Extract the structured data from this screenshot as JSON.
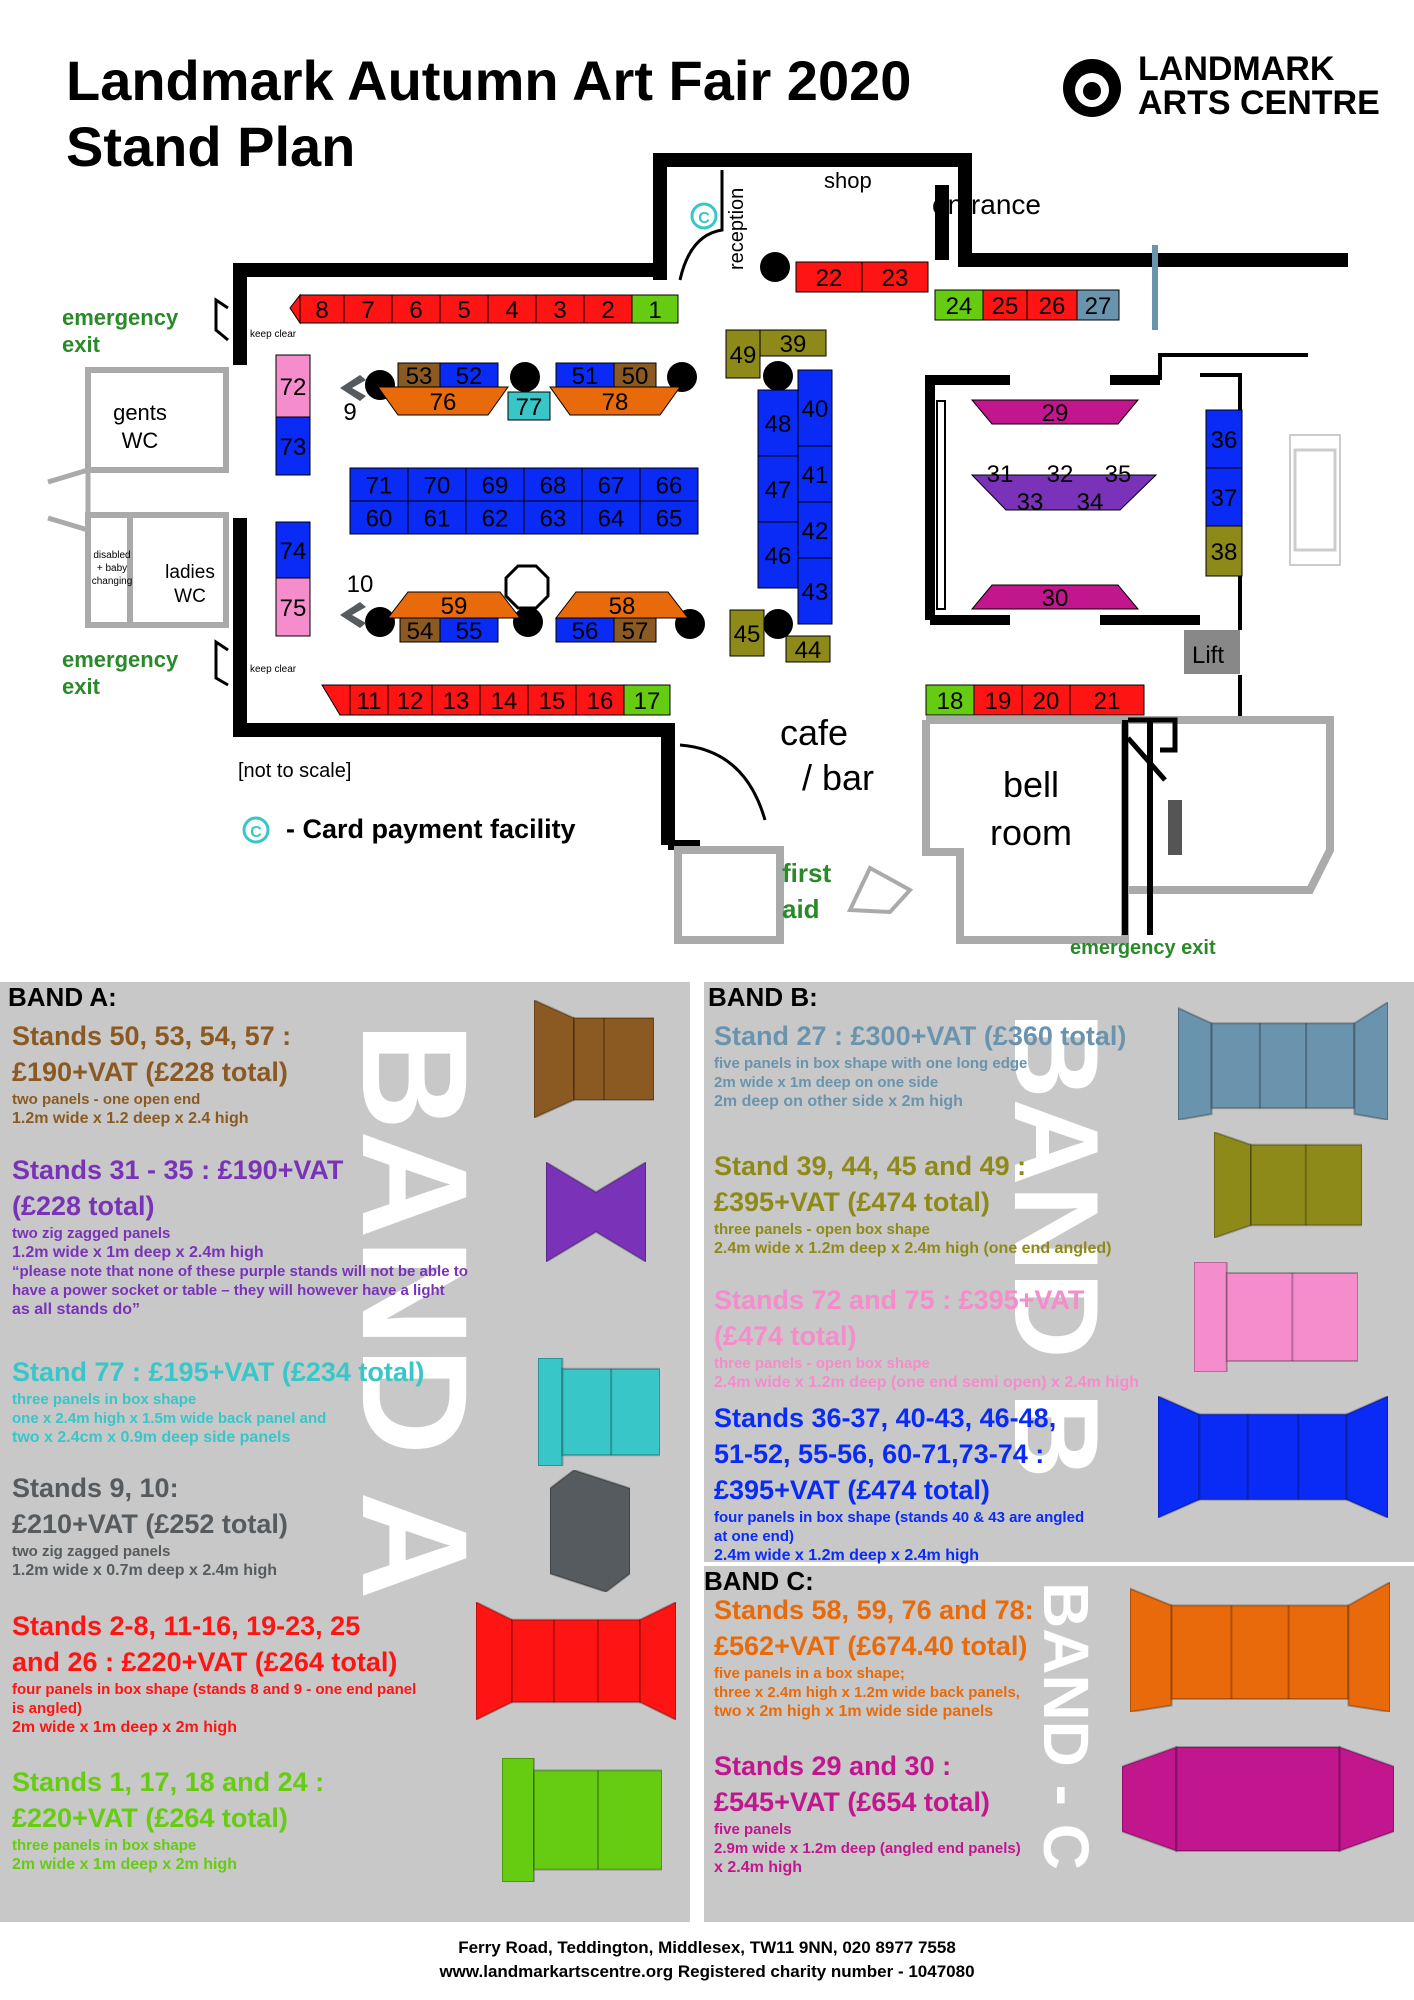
{
  "header": {
    "title_line1": "Landmark Autumn Art Fair 2020",
    "title_line2": "Stand Plan"
  },
  "logo": {
    "line1": "LANDMARK",
    "line2": "ARTS CENTRE"
  },
  "plan": {
    "labels": {
      "shop": "shop",
      "entrance": "entrance",
      "reception": "reception",
      "emergency_exit": "emergency",
      "exit": "exit",
      "gents": "gents",
      "wc": "WC",
      "ladies": "ladies",
      "disabled": [
        "disabled",
        "+ baby",
        "changing"
      ],
      "keep_clear": "keep clear",
      "cafe": "cafe",
      "bar": "/ bar",
      "bell": "bell",
      "room": "room",
      "first": "first",
      "aid": "aid",
      "lift": "Lift",
      "emergency_exit_bottom": "emergency exit",
      "not_to_scale": "[not to scale]",
      "card_symbol": "C",
      "card_payment": "- Card payment facility"
    },
    "colors": {
      "red": "#ff1414",
      "green": "#66cc11",
      "blue": "#0a2af5",
      "brown": "#8b5a23",
      "orange": "#e86a0a",
      "olive": "#8e8a1a",
      "pink": "#f58ccc",
      "purple": "#7a33b8",
      "teal": "#38c6c8",
      "slate": "#6a93ad",
      "magenta": "#c2168f",
      "grey": "#555b5e"
    }
  },
  "bands": {
    "a_title": "BAND A:",
    "b_title": "BAND B:",
    "c_title": "BAND C:",
    "watermark_a": "BAND A",
    "watermark_b": "BAND B",
    "watermark_c": "BAND - C",
    "a": [
      {
        "color": "#8b5a23",
        "head": [
          "Stands 50, 53, 54, 57 :",
          "£190+VAT (£228 total)"
        ],
        "sub": [
          "two panels - one open end",
          "1.2m wide x 1.2 deep x 2.4 high"
        ]
      },
      {
        "color": "#7a33b8",
        "head": [
          "Stands 31 - 35 : £190+VAT",
          "(£228 total)"
        ],
        "sub": [
          "two zig zagged panels",
          "1.2m wide x 1m deep x 2.4m high",
          "“please note that none of these purple stands will not be able to",
          "have a power socket or table – they will however have a light",
          "as all stands do”"
        ]
      },
      {
        "color": "#38c6c8",
        "head": [
          "Stand 77 : £195+VAT (£234 total)"
        ],
        "sub": [
          "three panels in box shape",
          "one x 2.4m high x 1.5m wide back panel and",
          "two x 2.4cm x 0.9m deep side panels"
        ]
      },
      {
        "color": "#555b5e",
        "head": [
          "Stands 9, 10:",
          "£210+VAT (£252 total)"
        ],
        "sub": [
          "two zig zagged panels",
          "1.2m wide x 0.7m deep x 2.4m high"
        ]
      },
      {
        "color": "#ff1414",
        "head": [
          "Stands 2-8, 11-16, 19-23, 25",
          "and 26 : £220+VAT (£264 total)"
        ],
        "sub": [
          "four panels in box shape (stands 8 and 9 - one end panel",
          "is angled)",
          "2m wide x 1m deep x 2m high"
        ]
      },
      {
        "color": "#66cc11",
        "head": [
          "Stands 1, 17, 18 and 24 :",
          "£220+VAT (£264 total)"
        ],
        "sub": [
          "three panels in box shape",
          "2m wide x 1m deep x 2m high"
        ]
      }
    ],
    "b": [
      {
        "color": "#6a93ad",
        "head": [
          "Stand 27 : £300+VAT (£360 total)"
        ],
        "sub": [
          "five panels in box shape with one long edge",
          "2m wide x 1m deep on one side",
          "2m deep on other side x 2m high"
        ]
      },
      {
        "color": "#8e8a1a",
        "head": [
          "Stand 39, 44, 45 and 49 :",
          "£395+VAT (£474 total)"
        ],
        "sub": [
          "three panels - open box shape",
          "2.4m wide x 1.2m deep x 2.4m high (one end angled)"
        ]
      },
      {
        "color": "#f58ccc",
        "head": [
          "Stands 72 and 75 : £395+VAT",
          "(£474 total)"
        ],
        "sub": [
          "three panels - open box shape",
          "2.4m wide x 1.2m deep (one end semi open) x 2.4m high"
        ]
      },
      {
        "color": "#0a2af5",
        "head": [
          "Stands 36-37, 40-43, 46-48,",
          "51-52, 55-56, 60-71,73-74 :",
          "£395+VAT (£474 total)"
        ],
        "sub": [
          "four panels in box shape (stands 40 & 43 are angled",
          "at one end)",
          "2.4m wide x 1.2m deep x 2.4m high"
        ]
      }
    ],
    "c": [
      {
        "color": "#e86a0a",
        "head": [
          "Stands 58, 59, 76 and 78:",
          "£562+VAT (£674.40 total)"
        ],
        "sub": [
          "five panels in a box shape;",
          "three x 2.4m high x 1.2m wide back panels,",
          "two x 2m high x 1m wide side panels"
        ]
      },
      {
        "color": "#c2168f",
        "head": [
          "Stands 29 and 30 :",
          "£545+VAT (£654 total)"
        ],
        "sub": [
          "five panels",
          "2.9m wide x 1.2m deep (angled end panels)",
          "x 2.4m high"
        ]
      }
    ]
  },
  "footer": {
    "line1": "Ferry Road, Teddington, Middlesex, TW11 9NN, 020 8977 7558",
    "line2": "www.landmarkartscentre.org  Registered charity number - 1047080"
  }
}
